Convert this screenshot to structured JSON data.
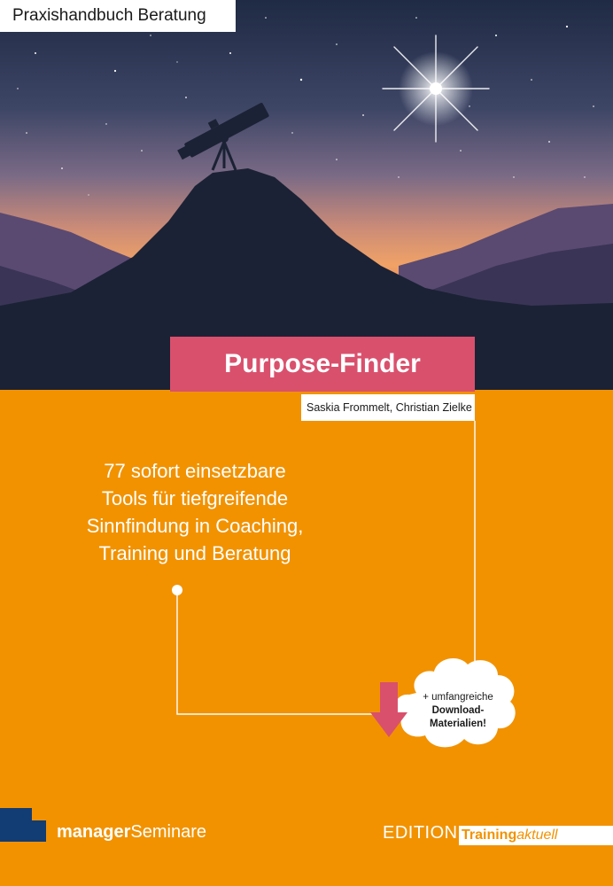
{
  "series": {
    "label": "Praxishandbuch Beratung"
  },
  "title": "Purpose-Finder",
  "authors": "Saskia Frommelt, Christian Zielke",
  "subtitle_lines": [
    "77 sofort einsetzbare",
    "Tools für tiefgreifende",
    "Sinnfindung in Coaching,",
    "Training und Beratung"
  ],
  "badge": {
    "line1": "+ umfangreiche",
    "line2": "Download-",
    "line3": "Materialien!"
  },
  "publisher": {
    "bold": "manager",
    "regular": "Seminare"
  },
  "edition": {
    "label": "EDITION",
    "bold": "Training",
    "italic": "aktuell"
  },
  "colors": {
    "orange": "#f29200",
    "pink": "#d9506d",
    "navy": "#1b2235",
    "blue_logo": "#123c74"
  }
}
